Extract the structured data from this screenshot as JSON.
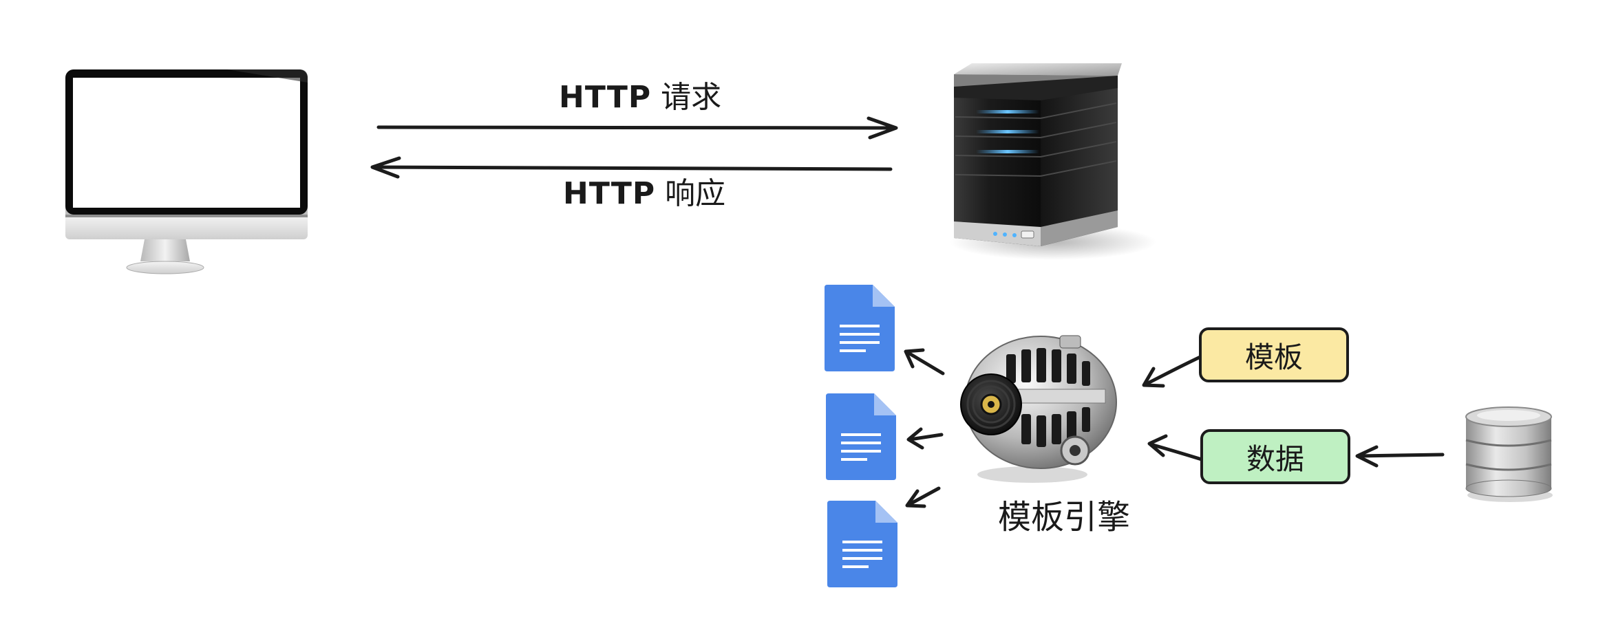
{
  "http": {
    "request_protocol": "HTTP",
    "request_text": "请求",
    "response_protocol": "HTTP",
    "response_text": "响应"
  },
  "engine": {
    "label": "模板引擎"
  },
  "inputs": {
    "template_label": "模板",
    "template_color": "#fbe9a3",
    "data_label": "数据",
    "data_color": "#bff0c2"
  },
  "colors": {
    "doc_blue": "#4a86e8",
    "doc_fold": "#a4c2f4",
    "server_led": "#4fb3ff",
    "ink": "#1c1c1c"
  },
  "icons": [
    "monitor-icon",
    "server-icon",
    "document-icon",
    "alternator-engine-icon",
    "database-icon"
  ]
}
